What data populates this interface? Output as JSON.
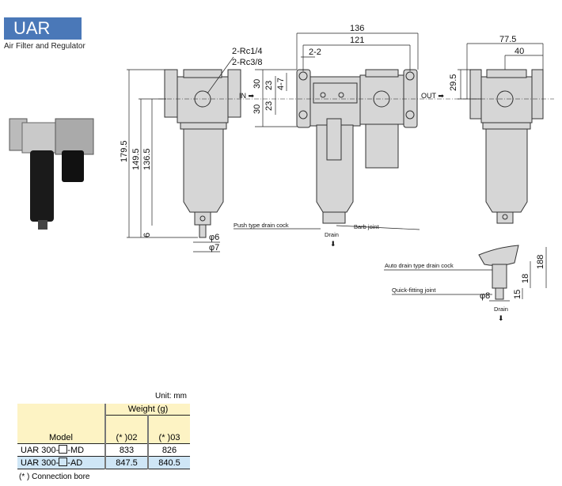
{
  "header": {
    "title": "UAR",
    "subtitle": "Air Filter and Regulator"
  },
  "drawing": {
    "port_label_1": "2-Rc1/4",
    "port_label_2": "2-Rc3/8",
    "dim_136": "136",
    "dim_121": "121",
    "dim_2_2": "2-2",
    "dim_77_5": "77.5",
    "dim_40": "40",
    "dim_29_5": "29.5",
    "dim_179_5": "179.5",
    "dim_149_5": "149.5",
    "dim_136_5": "136.5",
    "dim_6": "6",
    "dim_phi6": "φ6",
    "dim_phi7": "φ7",
    "dim_30a": "30",
    "dim_30b": "30",
    "dim_23a": "23",
    "dim_23b": "23",
    "dim_4_7": "4-7",
    "in_label": "IN ➡",
    "out_label": "OUT ➡",
    "push_drain": "Push type drain cock",
    "barb_joint": "Barb joint",
    "drain": "Drain",
    "auto_drain": "Auto drain type drain cock",
    "quick_fitting": "Quick-fitting joint",
    "dim_phi8": "φ8",
    "dim_15": "15",
    "dim_18": "18",
    "dim_188": "188",
    "drain2": "Drain"
  },
  "table": {
    "unit": "Unit: mm",
    "weight_header": "Weight (g)",
    "model_header": "Model",
    "col1": "(* )02",
    "col2": "(* )03",
    "rows": [
      {
        "model_a": "UAR 300-",
        "model_b": "-MD",
        "v1": "833",
        "v2": "826"
      },
      {
        "model_a": "UAR 300-",
        "model_b": "-AD",
        "v1": "847.5",
        "v2": "840.5"
      }
    ],
    "note": "(* ) Connection bore"
  }
}
